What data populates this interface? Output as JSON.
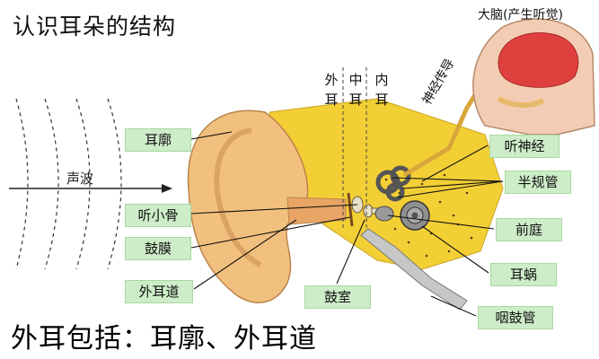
{
  "title": "认识耳朵的结构",
  "footer": "外耳包括：耳廓、外耳道",
  "brain_label": "大脑(产生听觉)",
  "sound_wave_label": "声波",
  "nerve_conduction_label": "神经传导",
  "region_labels": {
    "outer": [
      "外",
      "耳"
    ],
    "middle": [
      "中",
      "耳"
    ],
    "inner": [
      "内",
      "耳"
    ]
  },
  "labels": {
    "auricle": "耳廓",
    "ossicles": "听小骨",
    "eardrum": "鼓膜",
    "ear_canal": "外耳道",
    "tympanic_cavity": "鼓室",
    "auditory_nerve": "听神经",
    "semicircular_canals": "半规管",
    "vestibule": "前庭",
    "cochlea": "耳蜗",
    "eustachian_tube": "咽鼓管"
  },
  "colors": {
    "label_bg": "#cdecc8",
    "outer_ear": "#f2c07e",
    "bone": "#f3cf36",
    "brain": "#e0403d"
  }
}
